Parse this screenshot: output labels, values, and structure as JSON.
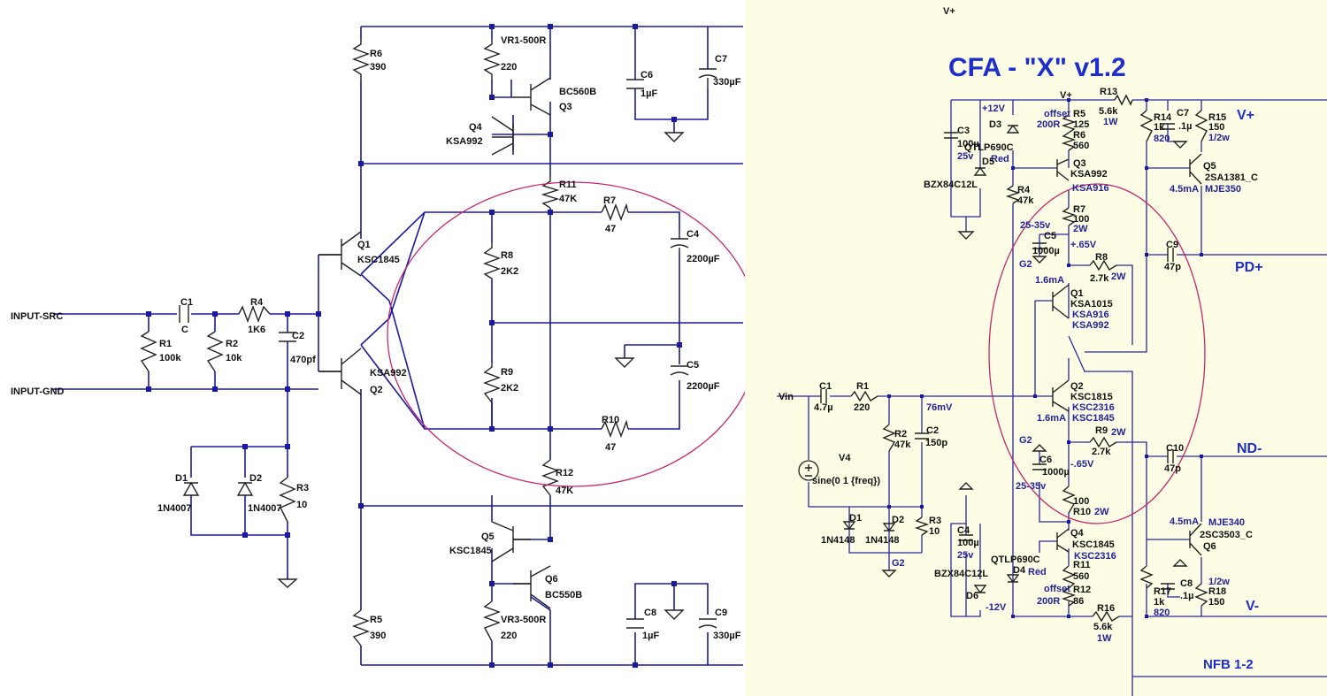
{
  "left": {
    "components": {
      "R6": {
        "ref": "R6",
        "value": "390"
      },
      "VR1": {
        "ref": "VR1-500R",
        "value": "220"
      },
      "C6": {
        "ref": "C6",
        "value": "1µF"
      },
      "C7": {
        "ref": "C7",
        "value": "330µF"
      },
      "Q3": {
        "ref": "Q3",
        "part": "BC560B"
      },
      "Q4": {
        "ref": "Q4",
        "part": "KSA992"
      },
      "R11": {
        "ref": "R11",
        "value": "47K"
      },
      "R7": {
        "ref": "R7",
        "value": "47"
      },
      "C4": {
        "ref": "C4",
        "value": "2200µF"
      },
      "R8": {
        "ref": "R8",
        "value": "2K2"
      },
      "Q1": {
        "ref": "Q1",
        "part": "KSC1845"
      },
      "C1": {
        "ref": "C1",
        "value": "C"
      },
      "R4": {
        "ref": "R4",
        "value": "1K6"
      },
      "C2": {
        "ref": "C2",
        "value": "470pf"
      },
      "R1": {
        "ref": "R1",
        "value": "100k"
      },
      "R2": {
        "ref": "R2",
        "value": "10k"
      },
      "R9": {
        "ref": "R9",
        "value": "2K2"
      },
      "C5": {
        "ref": "C5",
        "value": "2200µF"
      },
      "Q2": {
        "ref": "Q2",
        "part": "KSA992"
      },
      "R10": {
        "ref": "R10",
        "value": "47"
      },
      "D1": {
        "ref": "D1",
        "part": "1N4007"
      },
      "D2": {
        "ref": "D2",
        "part": "1N4007"
      },
      "R3": {
        "ref": "R3",
        "value": "10"
      },
      "R12": {
        "ref": "R12",
        "value": "47K"
      },
      "Q5": {
        "ref": "Q5",
        "part": "KSC1845"
      },
      "Q6": {
        "ref": "Q6",
        "part": "BC550B"
      },
      "VR3": {
        "ref": "VR3-500R",
        "value": "220"
      },
      "C8": {
        "ref": "C8",
        "value": "1µF"
      },
      "C9": {
        "ref": "C9",
        "value": "330µF"
      },
      "R5": {
        "ref": "R5",
        "value": "390"
      }
    },
    "ports": {
      "input_src": "INPUT-SRC",
      "input_gnd": "INPUT-GND"
    }
  },
  "right": {
    "title": "CFA - \"X\" v1.2",
    "top_label": "V+",
    "rails": {
      "vplus": "V+",
      "pdplus": "PD+",
      "ndminus": "ND-",
      "vminus": "V-",
      "nfb": "NFB 1-2"
    },
    "notes": {
      "plus12": "+12V",
      "minus12": "-12V",
      "vplus_small": "V+",
      "offset_a": "offset",
      "offset_a_val": "200R",
      "offset_b": "offset",
      "offset_b_val": "200R",
      "v2535a": "25-35v",
      "v2535b": "25-35v",
      "plus65": "+.65V",
      "minus65": "-.65V",
      "mv76": "76mV",
      "ma16a": "1.6mA",
      "ma16b": "1.6mA",
      "ma45a": "4.5mA",
      "ma45b": "4.5mA",
      "g2a": "G2",
      "g2b": "G2",
      "g2c": "G2",
      "vin": "Vin"
    },
    "components": {
      "R5": {
        "ref": "R5",
        "value": "125"
      },
      "R13": {
        "ref": "R13",
        "value": "5.6k",
        "power": "1W"
      },
      "R14": {
        "ref": "R14",
        "value": "1k",
        "alt": "820"
      },
      "C7": {
        "ref": "C7",
        "value": ".1µ"
      },
      "R15": {
        "ref": "R15",
        "value": "150",
        "power": "1/2w"
      },
      "C3": {
        "ref": "C3",
        "value": "100µ",
        "volt": "25v"
      },
      "D3": {
        "ref": "D3",
        "part": "QTLP690C",
        "color": "Red"
      },
      "R6": {
        "ref": "R6",
        "value": "560"
      },
      "D5": {
        "ref": "D5",
        "part": "BZX84C12L"
      },
      "Q3": {
        "ref": "Q3",
        "part": "KSA992",
        "alt": "KSA916"
      },
      "Q5": {
        "ref": "Q5",
        "part": "2SA1381_C",
        "alt": "MJE350"
      },
      "R4": {
        "ref": "R4",
        "value": "47k"
      },
      "R7": {
        "ref": "R7",
        "value": "100",
        "power": "2W"
      },
      "C5": {
        "ref": "C5",
        "value": "1000µ"
      },
      "C9": {
        "ref": "C9",
        "value": "47p"
      },
      "R8": {
        "ref": "R8",
        "value": "2.7k",
        "power": "2W"
      },
      "Q1": {
        "ref": "Q1",
        "part": "KSA1015",
        "alt1": "KSA916",
        "alt2": "KSA992"
      },
      "C1": {
        "ref": "C1",
        "value": "4.7µ"
      },
      "R1": {
        "ref": "R1",
        "value": "220"
      },
      "Q2": {
        "ref": "Q2",
        "part": "KSC1815",
        "alt1": "KSC2316",
        "alt2": "KSC1845"
      },
      "R2": {
        "ref": "R2",
        "value": "47k"
      },
      "C2": {
        "ref": "C2",
        "value": "150p"
      },
      "R9": {
        "ref": "R9",
        "value": "2.7k",
        "power": "2W"
      },
      "C10": {
        "ref": "C10",
        "value": "47p"
      },
      "V4": {
        "ref": "V4",
        "value": "sine(0 1 {freq})"
      },
      "C6": {
        "ref": "C6",
        "value": "1000µ"
      },
      "R10": {
        "ref": "R10",
        "value": "100",
        "power": "2W"
      },
      "D1": {
        "ref": "D1",
        "part": "1N4148"
      },
      "D2": {
        "ref": "D2",
        "part": "1N4148"
      },
      "R3": {
        "ref": "R3",
        "value": "10"
      },
      "C4": {
        "ref": "C4",
        "value": "100µ",
        "volt": "25v"
      },
      "Q4": {
        "ref": "Q4",
        "part": "KSC1845",
        "alt": "KSC2316"
      },
      "Q6": {
        "ref": "Q6",
        "part": "2SC3503_C",
        "alt": "MJE340"
      },
      "D4": {
        "ref": "D4",
        "part": "QTLP690C",
        "color": "Red"
      },
      "R11": {
        "ref": "R11",
        "value": "560"
      },
      "D6": {
        "ref": "D6",
        "part": "BZX84C12L"
      },
      "R12": {
        "ref": "R12",
        "value": "86"
      },
      "R16": {
        "ref": "R16",
        "value": "5.6k",
        "power": "1W"
      },
      "R17": {
        "ref": "R17",
        "value": "1k",
        "alt": "820"
      },
      "C8": {
        "ref": "C8",
        "value": ".1µ"
      },
      "R18": {
        "ref": "R18",
        "value": "150",
        "power": "1/2w"
      }
    }
  },
  "colors": {
    "wire_left": "#1a1aa0",
    "wire_right": "#2a2a9a",
    "panel_bg": "#fdfde6",
    "title": "#1e2ecc",
    "note": "#22229a",
    "ellipse": "#c8286e"
  }
}
